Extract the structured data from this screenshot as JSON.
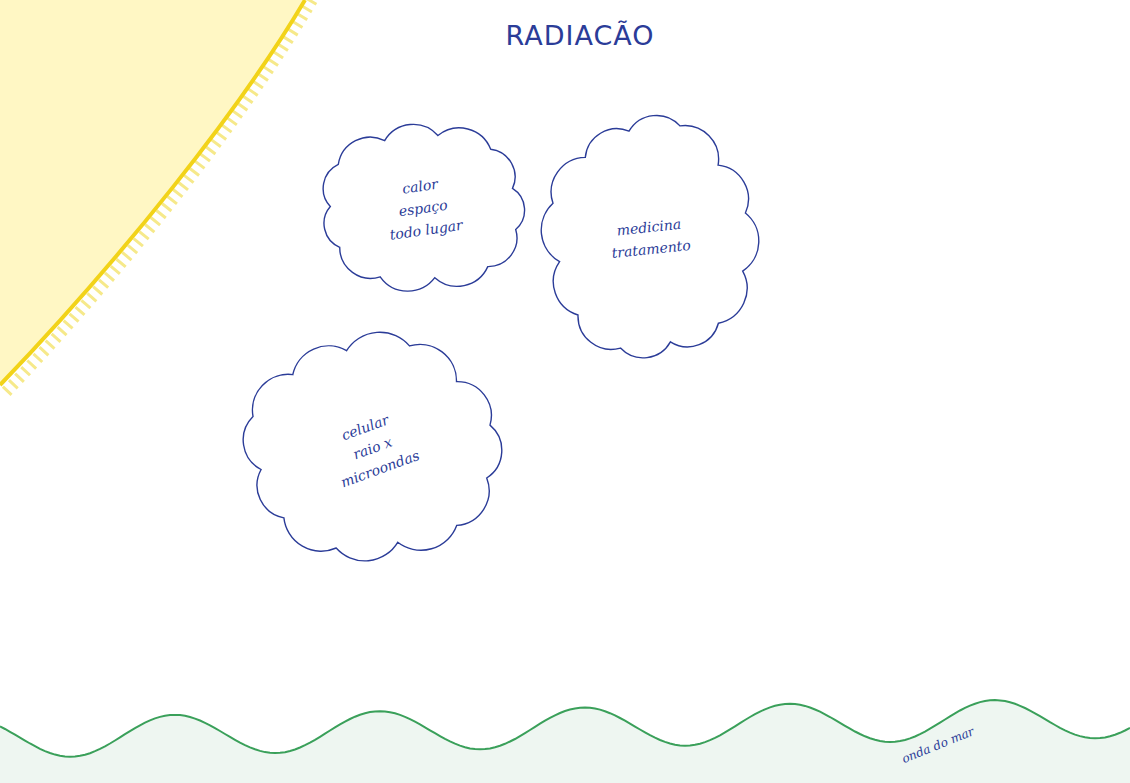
{
  "diagram": {
    "title": "RADIACÃO",
    "nodes": [
      {
        "text": [
          "calor",
          "espaço",
          "todo lugar"
        ]
      },
      {
        "text": [
          "medicina",
          "tratamento"
        ]
      },
      {
        "text": [
          "celular",
          "raio x",
          "microondas"
        ]
      }
    ],
    "labels": [
      "onda do mar"
    ]
  }
}
